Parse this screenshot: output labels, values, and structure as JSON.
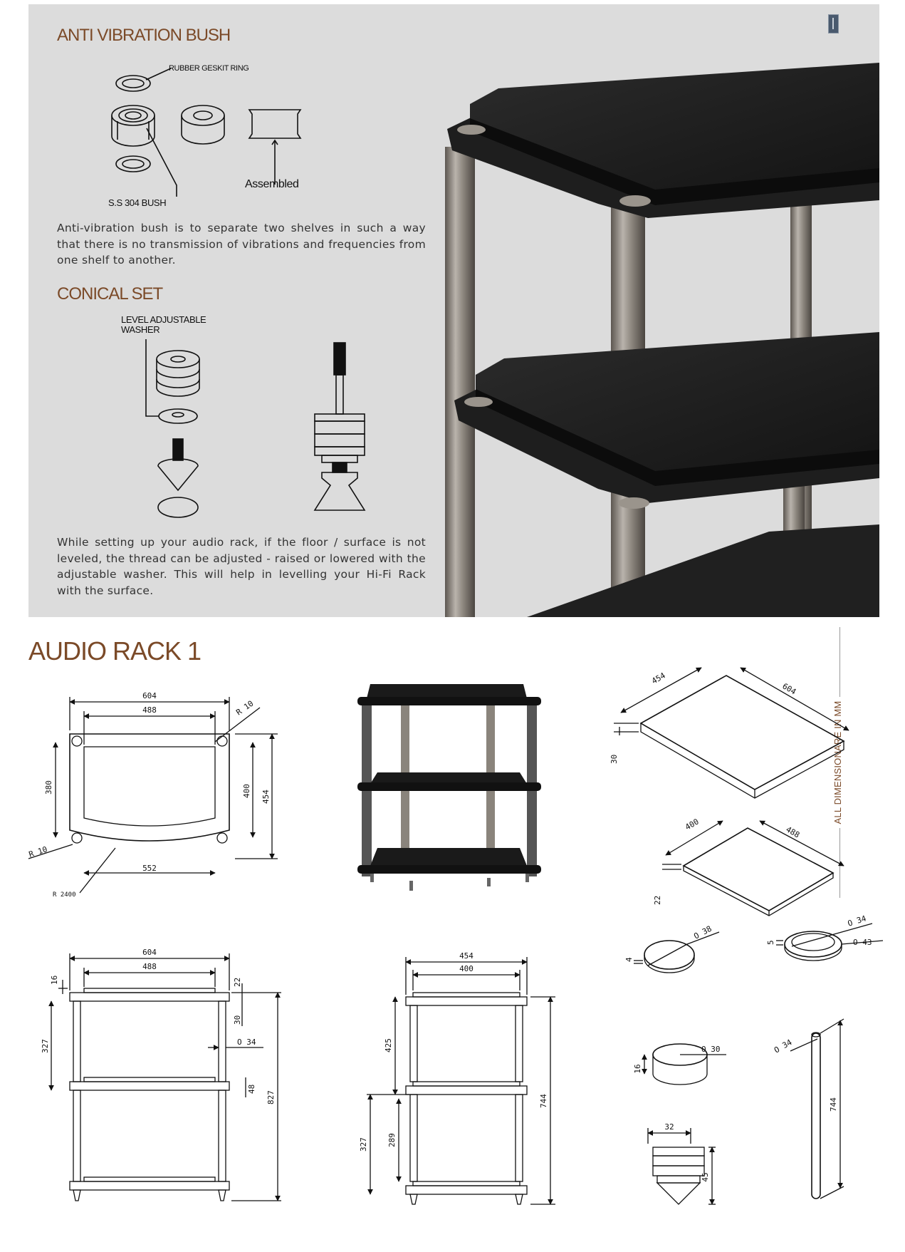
{
  "page": {
    "marker_icon": "page-marker-icon"
  },
  "anti_vibration": {
    "heading": "ANTI VIBRATION BUSH",
    "label_ring": "RUBBER GESKIT RING",
    "label_bush": "S.S 304 BUSH",
    "label_assembled": "Assembled",
    "description": "Anti-vibration bush is to separate two shelves in such a way that there is no transmission of vibrations and frequencies from one shelf to another."
  },
  "conical": {
    "heading": "CONICAL SET",
    "label_washer": "LEVEL ADJUSTABLE WASHER",
    "description": "While setting up your audio rack, if the floor / surface is not leveled, the thread can be adjusted - raised or lowered with the adjustable washer. This will help in levelling your Hi-Fi Rack with the surface."
  },
  "rack": {
    "heading": "AUDIO RACK 1",
    "units_note": "ALL DIMENSIONARE IN MM",
    "top_view": {
      "w_outer": "604",
      "w_inner": "488",
      "radius_top": "R 10",
      "radius_bottom": "R 10",
      "h_inner": "380",
      "h_mid": "400",
      "h_outer": "454",
      "w_bottom": "552",
      "curve": "R 2400"
    },
    "shelf_large": {
      "depth": "454",
      "width": "604",
      "thick": "30"
    },
    "shelf_small": {
      "depth": "400",
      "width": "488",
      "thick": "22"
    },
    "disc": {
      "thick": "4",
      "dia": "O 38"
    },
    "ring": {
      "thick": "5",
      "dia_in": "O 34",
      "dia_out": "O 43"
    },
    "front_view": {
      "w_outer": "604",
      "w_inner": "488",
      "top_gap": "16",
      "top_thick": "22",
      "shelf_thick": "30",
      "pillar": "O 34",
      "gap": "327",
      "mid": "48",
      "height": "827"
    },
    "side_view": {
      "w_outer": "454",
      "w_inner": "400",
      "upper": "425",
      "lower_outer": "327",
      "lower_inner": "289",
      "height": "744"
    },
    "cap": {
      "thick": "16",
      "dia": "O 30"
    },
    "cone": {
      "width": "32",
      "height": "45"
    },
    "pillar": {
      "dia": "O 34",
      "length": "744"
    }
  }
}
